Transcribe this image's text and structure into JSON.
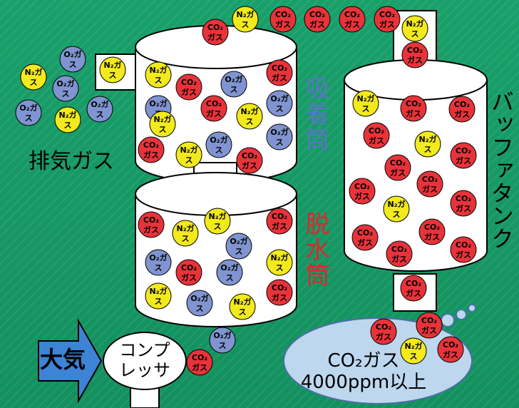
{
  "labels": {
    "exhaust_gas": "排気ガス",
    "adsorption_column": "吸着筒",
    "dehydration_column": "脱水筒",
    "buffer_tank": "バッファタンク",
    "atmosphere": "大気",
    "compressor_line1": "コンプ",
    "compressor_line2": "レッサ",
    "result_line1": "CO₂ガス",
    "result_line2": "4000ppm以上"
  },
  "molecules": {
    "co2": {
      "label_top": "CO₂",
      "label_bottom": "ガス",
      "color": "#e8333a"
    },
    "n2": {
      "label_top": "N₂ガ",
      "label_bottom": "ス",
      "color": "#f2ea1c"
    },
    "o2": {
      "label_top": "O₂ガ",
      "label_bottom": "ス",
      "color": "#7f94d0"
    }
  },
  "colors": {
    "background": "#19a06a",
    "adsorption_label": "#5b74c7",
    "dehydration_label": "#e0252d",
    "arrow": "#3d83d6",
    "vessel_fill": "#ffffff",
    "outline": "#000000"
  }
}
